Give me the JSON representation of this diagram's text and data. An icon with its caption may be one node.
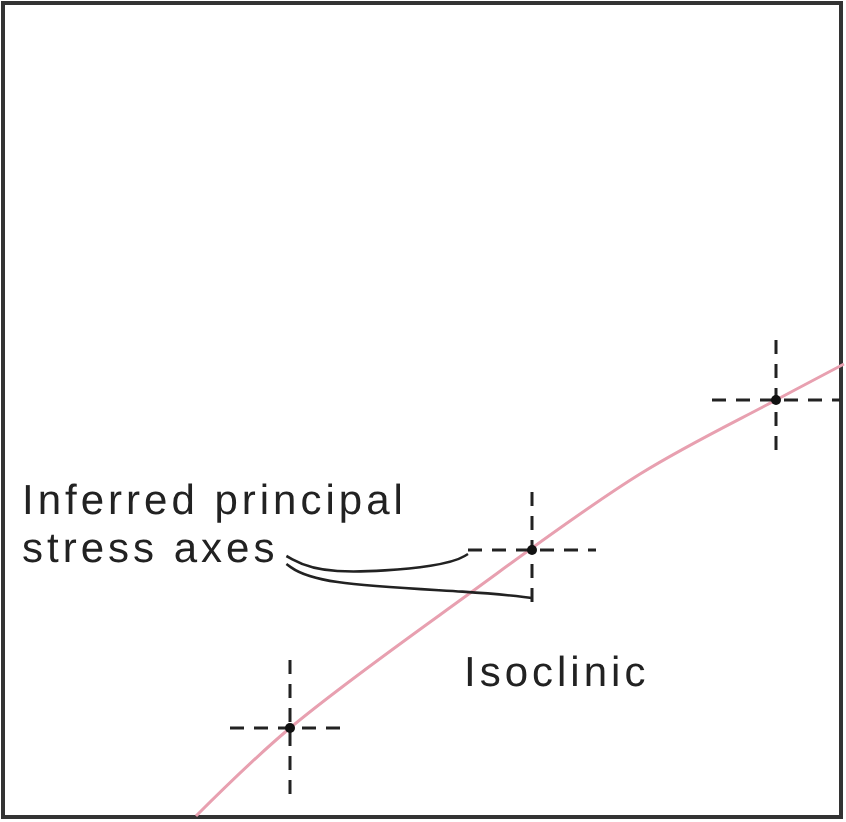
{
  "diagram": {
    "nodes": [
      {
        "text": [
          "Inferred principal stress axes"
        ]
      },
      {
        "text": [],
        "shape": "line"
      },
      {
        "text": [],
        "shape": "line"
      }
    ],
    "edges": [
      {
        "from": 0,
        "to": 1,
        "arrow": "none"
      },
      {
        "from": 0,
        "to": 2,
        "arrow": "none"
      }
    ],
    "labels": [
      "Isoclinic"
    ]
  }
}
